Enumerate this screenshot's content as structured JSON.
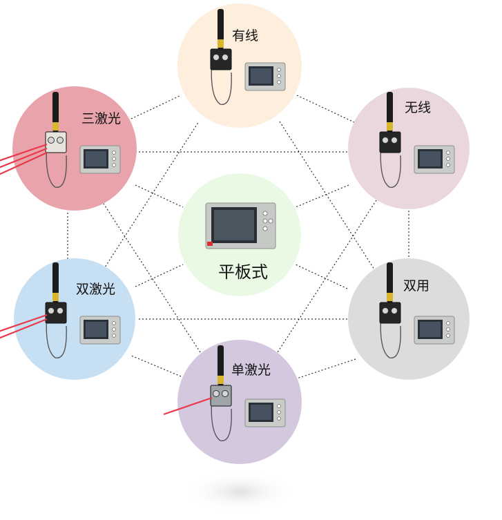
{
  "center": {
    "label": "平板式",
    "color": "#eaf9e4"
  },
  "nodes": [
    {
      "key": "wired",
      "label": "有线",
      "color": "#fdeedd",
      "camera": "black",
      "laser": "none"
    },
    {
      "key": "wireless",
      "label": "无线",
      "color": "#ead7de",
      "camera": "black",
      "laser": "none"
    },
    {
      "key": "dual-use",
      "label": "双用",
      "color": "#dedbdb",
      "camera": "black",
      "laser": "none"
    },
    {
      "key": "single-laser",
      "label": "单激光",
      "color": "#d4c8df",
      "camera": "grey",
      "laser": "single"
    },
    {
      "key": "double-laser",
      "label": "双激光",
      "color": "#c7dff2",
      "camera": "black",
      "laser": "double"
    },
    {
      "key": "triple-laser",
      "label": "三激光",
      "color": "#e9a4ab",
      "camera": "white",
      "laser": "triple"
    }
  ],
  "colors": {
    "laser": "#e8394a",
    "pole": "#1c1c1c",
    "pole_band": "#d7b52c",
    "monitor_frame": "#c9ccc9",
    "monitor_screen": "#2a3038"
  }
}
